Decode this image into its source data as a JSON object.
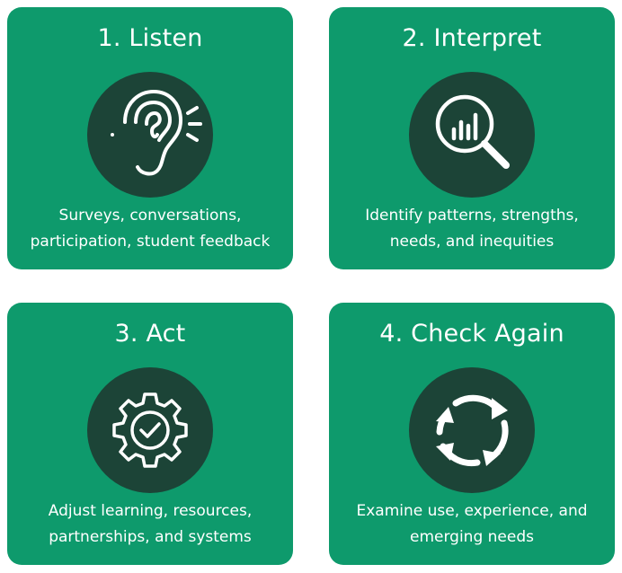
{
  "cards": [
    {
      "title": "1. Listen",
      "line1": "Surveys, conversations,",
      "line2": "participation, student feedback",
      "icon": "ear-icon"
    },
    {
      "title": "2. Interpret",
      "line1": "Identify patterns, strengths,",
      "line2": "needs, and inequities",
      "icon": "magnifier-chart-icon"
    },
    {
      "title": "3. Act",
      "line1": "Adjust learning, resources,",
      "line2": "partnerships, and systems",
      "icon": "gear-check-icon"
    },
    {
      "title": "4. Check Again",
      "line1": "Examine use, experience, and",
      "line2": "emerging needs",
      "icon": "refresh-cycle-icon"
    }
  ],
  "colors": {
    "card": "#0e9a6c",
    "icon_circle": "#1c4437",
    "text": "#ffffff"
  }
}
